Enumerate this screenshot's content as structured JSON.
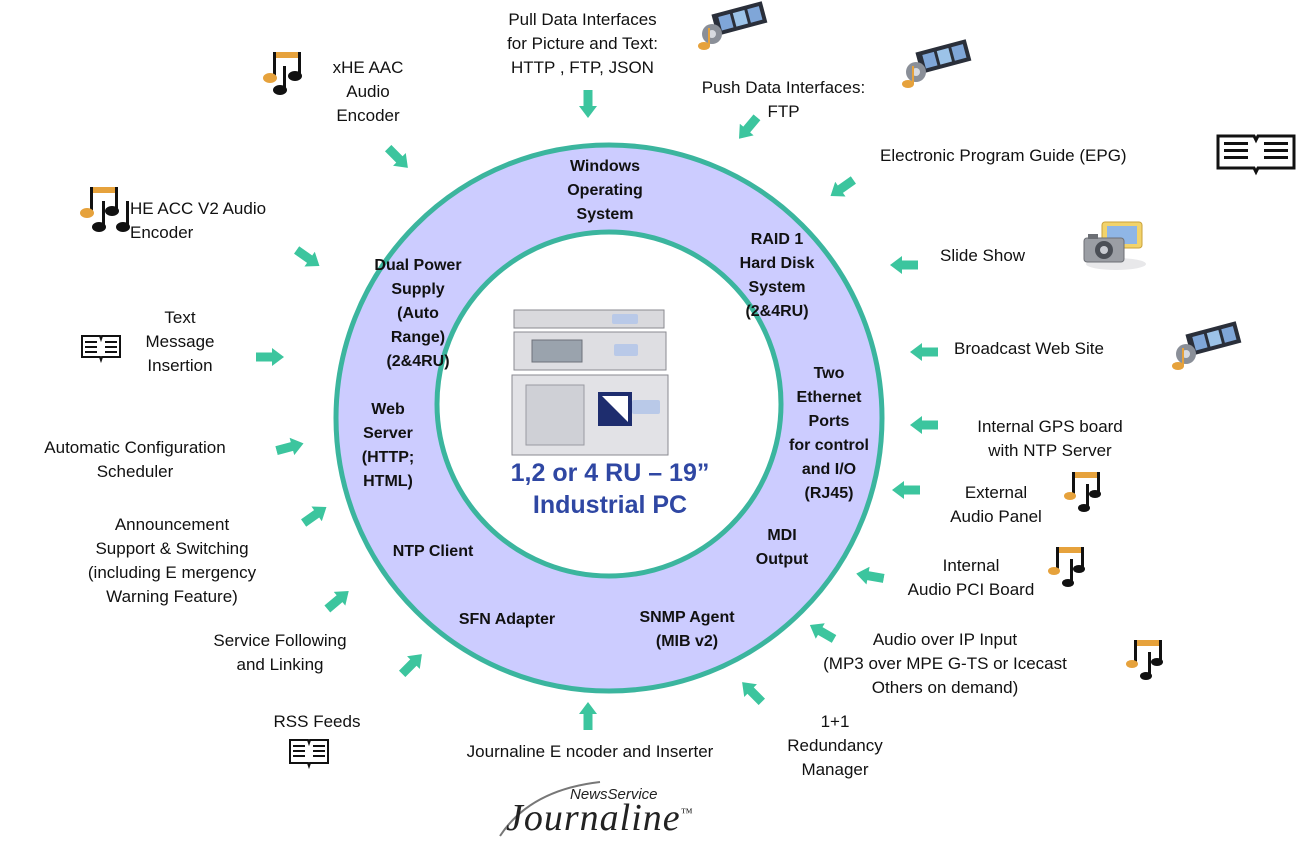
{
  "colors": {
    "outer_ring": "#ccccff",
    "ring_border": "#3bb59e",
    "arrow": "#3cc59e",
    "center_title": "#2f47a3"
  },
  "center": {
    "title": "1,2 or 4 RU – 19”\nIndustrial PC"
  },
  "inner_features": {
    "windows": "Windows\nOperating\nSystem",
    "raid": "RAID 1\nHard Disk\nSystem\n(2&4RU)",
    "dual_power": "Dual Power\nSupply\n(Auto\nRange)\n(2&4RU)",
    "ethernet": "Two\nEthernet\nPorts\nfor control\nand I/O\n(RJ45)",
    "web_server": "Web\nServer\n(HTTP;\nHTML)",
    "mdi": "MDI\nOutput",
    "ntp_client": "NTP Client",
    "sfn": "SFN Adapter",
    "snmp": "SNMP Agent\n(MIB v2)"
  },
  "outer_labels": {
    "pull": "Pull Data Interfaces\nfor Picture and Text:\nHTTP , FTP, JSON",
    "push": "Push Data Interfaces:\nFTP",
    "xhe": "xHE AAC\nAudio\nEncoder",
    "epg": "Electronic Program Guide (EPG)",
    "heacc": "HE ACC V2 Audio\nEncoder",
    "slide": "Slide Show",
    "text_msg": "Text\nMessage\nInsertion",
    "web_site": "Broadcast Web Site",
    "gps": "Internal GPS board\nwith NTP Server",
    "auto_config": "Automatic Configuration\nScheduler",
    "ext_audio": "External\nAudio Panel",
    "announce": "Announcement\nSupport & Switching\n(including E mergency\nWarning Feature)",
    "int_audio": "Internal\nAudio PCI Board",
    "service": "Service Following\nand Linking",
    "aoip": "Audio over IP Input\n(MP3 over MPE G-TS or Icecast\nOthers on demand)",
    "rss": "RSS Feeds",
    "journaline": "Journaline E ncoder and Inserter",
    "redundancy": "1+1\nRedundancy\nManager"
  },
  "icons": {
    "music": "music-notes-icon",
    "book": "book-icon",
    "media": "media-film-icon",
    "camera": "camera-icon",
    "rack": "industrial-pc-rack-icon"
  },
  "logo": {
    "top": "NewsService",
    "main": "Journaline",
    "mark": "™"
  }
}
